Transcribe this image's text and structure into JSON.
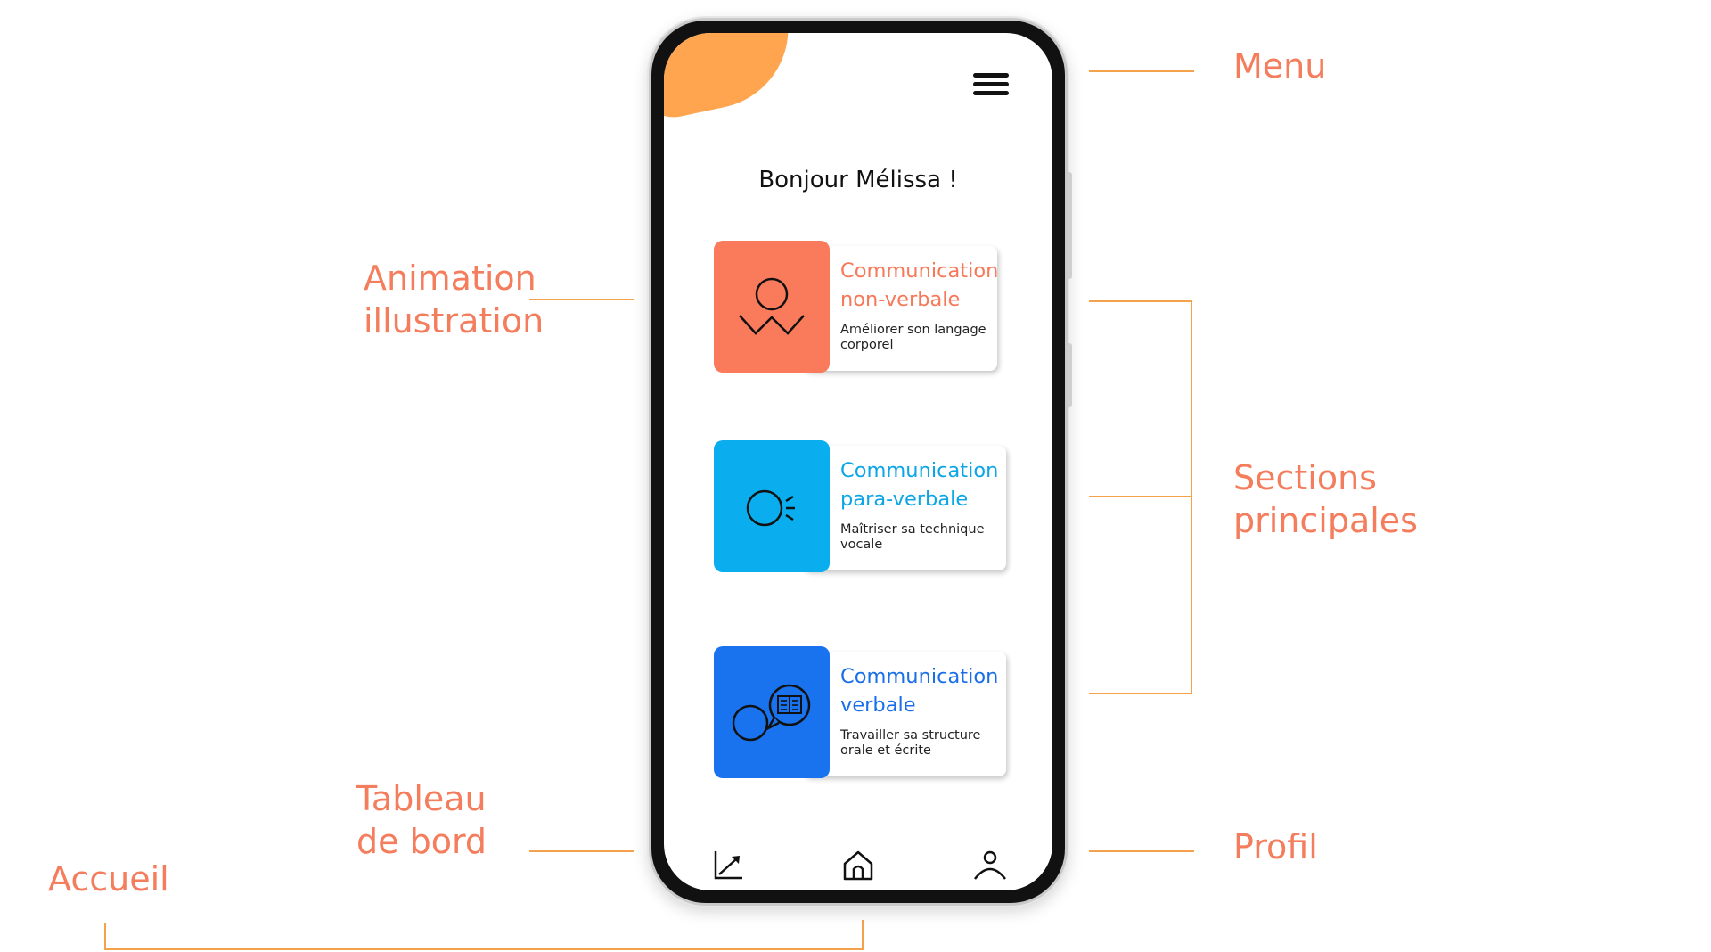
{
  "annotations": {
    "menu": "Menu",
    "animation": "Animation\nillustration",
    "sections": "Sections\nprincipales",
    "tableau": "Tableau\nde bord",
    "profil": "Profil",
    "accueil": "Accueil"
  },
  "colors": {
    "annotation": "#f47d5d",
    "lines": "#f5a24c",
    "blob": "#ffa550"
  },
  "app": {
    "greeting": "Bonjour Mélissa !",
    "menu_icon": "hamburger-menu-icon",
    "cards": [
      {
        "title": "Communication non-verbale",
        "subtitle": "Améliorer son langage corporel",
        "color": "#fa7a5c",
        "title_color": "#f67858",
        "icon": "person-body-language-icon"
      },
      {
        "title": "Communication para-verbale",
        "subtitle": "Maîtriser sa technique vocale",
        "color": "#0aaeee",
        "title_color": "#0ca6e6",
        "icon": "voice-emission-icon"
      },
      {
        "title": "Communication verbale",
        "subtitle": "Travailler sa structure orale et écrite",
        "color": "#1a73ee",
        "title_color": "#1a6fe8",
        "icon": "speech-book-icon"
      }
    ],
    "nav": [
      {
        "name": "dashboard",
        "icon": "chart-trend-icon"
      },
      {
        "name": "home",
        "icon": "home-icon"
      },
      {
        "name": "profile",
        "icon": "user-profile-icon"
      }
    ]
  }
}
